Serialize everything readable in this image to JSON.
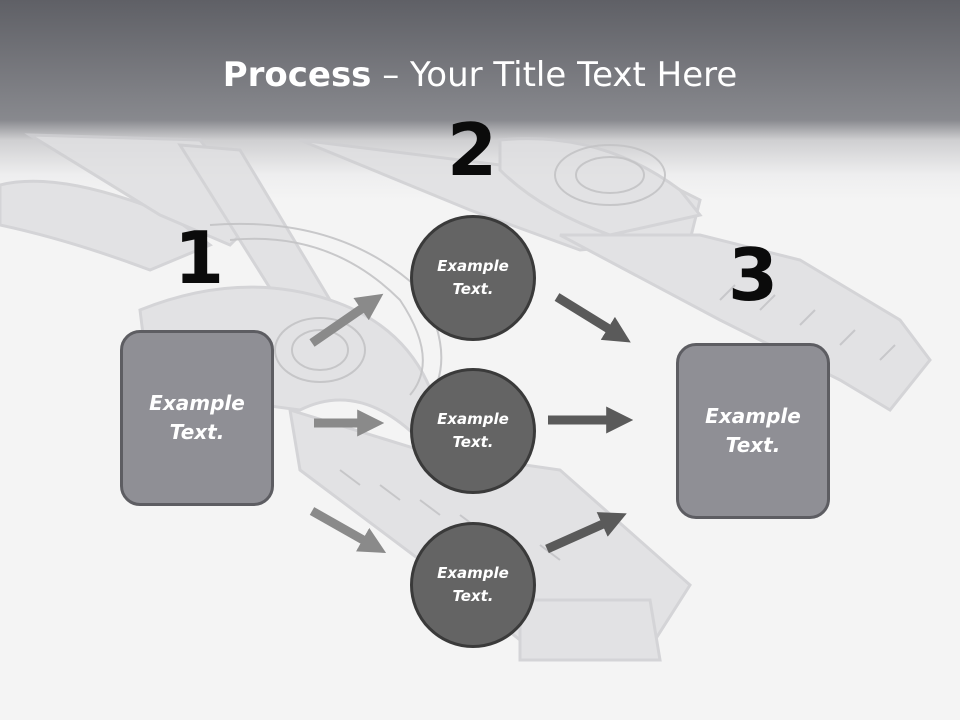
{
  "slide": {
    "title_bold": "Process",
    "title_rest": " – Your Title Text Here"
  },
  "steps": {
    "one": {
      "number": "1",
      "text": "Example Text."
    },
    "two": {
      "number": "2",
      "items": [
        "Example Text.",
        "Example Text.",
        "Example Text."
      ]
    },
    "three": {
      "number": "3",
      "text": "Example Text."
    }
  },
  "colors": {
    "header_top": "#5f6066",
    "box_fill": "#8f8f95",
    "circle_fill": "#646464",
    "arrow_light": "#8a8a8a",
    "arrow_dark": "#5a5a5a",
    "number_color": "#0b0b0b"
  }
}
